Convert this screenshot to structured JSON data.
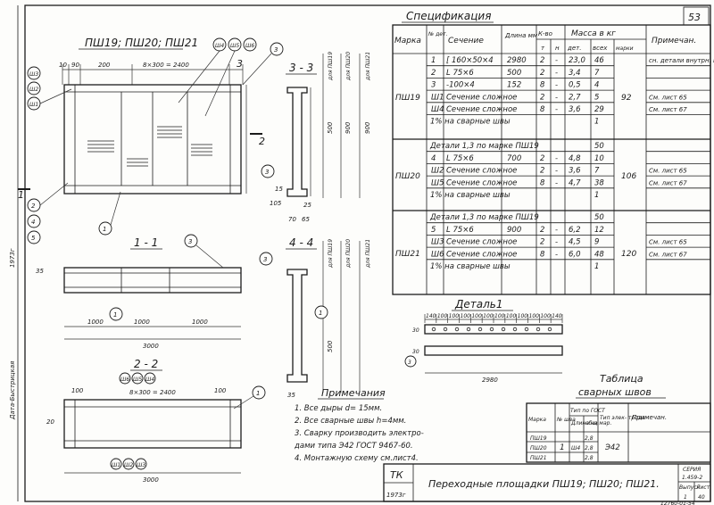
{
  "sheet_number": "53",
  "views": {
    "main_title": "ПШ19; ПШ20; ПШ21",
    "section_11": "1 - 1",
    "section_22": "2 - 2",
    "section_33": "3 - 3",
    "section_44": "4 - 4",
    "detail_title": "Деталь1"
  },
  "labels": {
    "marker_1": "1",
    "marker_2": "2",
    "marker_3": "3",
    "marker_4": "4",
    "marker_5": "5",
    "sh1": "Ш1",
    "sh2": "Ш2",
    "sh3": "Ш3",
    "sh4": "Ш4",
    "sh5": "Ш5",
    "sh6": "Ш6"
  },
  "dims": {
    "d10": "10",
    "d90": "90",
    "d200": "200",
    "d100": "100",
    "d8x300": "8×300 = 2400",
    "d8x300b": "8×300 = 2400",
    "d1000": "1000",
    "d3000": "3000",
    "d3000b": "3000",
    "d2980": "2980",
    "d35": "35",
    "d25": "25",
    "d70": "70",
    "d65": "65",
    "d105": "105",
    "d20": "20",
    "d15": "15",
    "d500": "500",
    "d500b": "500",
    "d900": "900",
    "d900b": "900",
    "for_19": "для ПШ19",
    "for_20": "для ПШ20",
    "for_21": "для ПШ21"
  },
  "detail_dims": [
    "140",
    "100",
    "100",
    "100",
    "100",
    "100",
    "100",
    "100",
    "100",
    "100",
    "100",
    "140"
  ],
  "spec": {
    "title": "Спецификация",
    "headers": {
      "mark": "Марка",
      "part_no": "№ дет.",
      "section": "Сечение",
      "length": "Длина мм",
      "qty": "К-во",
      "qty_t": "т",
      "qty_n": "н",
      "mass": "Масса в кг",
      "mass_part": "дет.",
      "mass_total": "всех",
      "mass_mark": "марки",
      "note": "Примечан."
    },
    "groups": [
      {
        "mark": "ПШ19",
        "mass_mark": "92",
        "rows": [
          {
            "no": "1",
            "section": "[ 160×50×4",
            "len": "2980",
            "t": "2",
            "n": "-",
            "m": "23,0",
            "all": "46",
            "note": "сн. детали внутрн. проф."
          },
          {
            "no": "2",
            "section": "L 75×6",
            "len": "500",
            "t": "2",
            "n": "-",
            "m": "3,4",
            "all": "7",
            "note": ""
          },
          {
            "no": "3",
            "section": "-100×4",
            "len": "152",
            "t": "8",
            "n": "-",
            "m": "0,5",
            "all": "4",
            "note": ""
          },
          {
            "no": "Ш1",
            "section": "Сечение сложное",
            "len": "",
            "t": "2",
            "n": "-",
            "m": "2,7",
            "all": "5",
            "note": "См. лист 65"
          },
          {
            "no": "Ш4",
            "section": "Сечение сложное",
            "len": "",
            "t": "8",
            "n": "-",
            "m": "3,6",
            "all": "29",
            "note": "См. лист 67"
          }
        ],
        "welds": "1% на сварные швы",
        "welds_val": "1"
      },
      {
        "mark": "ПШ20",
        "mass_mark": "106",
        "intro": "Детали 1,3 по марке ПШ19",
        "intro_val": "50",
        "rows": [
          {
            "no": "4",
            "section": "L 75×6",
            "len": "700",
            "t": "2",
            "n": "-",
            "m": "4,8",
            "all": "10",
            "note": ""
          },
          {
            "no": "Ш2",
            "section": "Сечение сложное",
            "len": "",
            "t": "2",
            "n": "-",
            "m": "3,6",
            "all": "7",
            "note": "См. лист 65"
          },
          {
            "no": "Ш5",
            "section": "Сечение сложное",
            "len": "",
            "t": "8",
            "n": "-",
            "m": "4,7",
            "all": "38",
            "note": "См. лист 67"
          }
        ],
        "welds": "1% на сварные швы",
        "welds_val": "1"
      },
      {
        "mark": "ПШ21",
        "mass_mark": "120",
        "intro": "Детали 1,3 по марке ПШ19",
        "intro_val": "50",
        "rows": [
          {
            "no": "5",
            "section": "L 75×6",
            "len": "900",
            "t": "2",
            "n": "-",
            "m": "6,2",
            "all": "12",
            "note": ""
          },
          {
            "no": "Ш3",
            "section": "Сечение сложное",
            "len": "",
            "t": "2",
            "n": "-",
            "m": "4,5",
            "all": "9",
            "note": "См. лист 65"
          },
          {
            "no": "Ш6",
            "section": "Сечение сложное",
            "len": "",
            "t": "8",
            "n": "-",
            "m": "6,0",
            "all": "48",
            "note": "См. лист 67"
          }
        ],
        "welds": "1% на сварные швы",
        "welds_val": "1"
      }
    ]
  },
  "notes": {
    "title": "Примечания",
    "items": [
      "1. Все дыры  d= 15мм.",
      "2. Все сварные швы h=4мм.",
      "3. Сварку производить электро-",
      "    дами типа Э42 ГОСТ 9467-60.",
      "4. Монтажную схему см.лист4."
    ]
  },
  "weld_table": {
    "title_1": "Таблица",
    "title_2": "сварных швов",
    "headers": {
      "mark": "Марка",
      "n_shva": "№ шва",
      "type": "Тип по ГОСТ",
      "length": "Длина на мар.",
      "length_total": "общ.",
      "electrode": "Тип элек- трода",
      "note": "Примечан."
    },
    "marks": [
      "ПШ19",
      "ПШ20",
      "ПШ21"
    ],
    "shov": "1",
    "type": "Ш4",
    "lengths": [
      "2,8",
      "2,8",
      "2,8"
    ],
    "electrode": "Э42"
  },
  "title_block": {
    "tk": "ТК",
    "year": "1973г",
    "name": "Переходные площадки ПШ19; ПШ20; ПШ21.",
    "series_label": "СЕРИЯ",
    "series_value": "1.459-2",
    "issue_label": "Выпуск",
    "issue_value": "1",
    "sheet_label": "Лист",
    "sheet_value": "40",
    "footer_code": "12760-01-54"
  },
  "margin": {
    "left_text": "Датa-Быстрицкая",
    "left_year": "1973г"
  }
}
